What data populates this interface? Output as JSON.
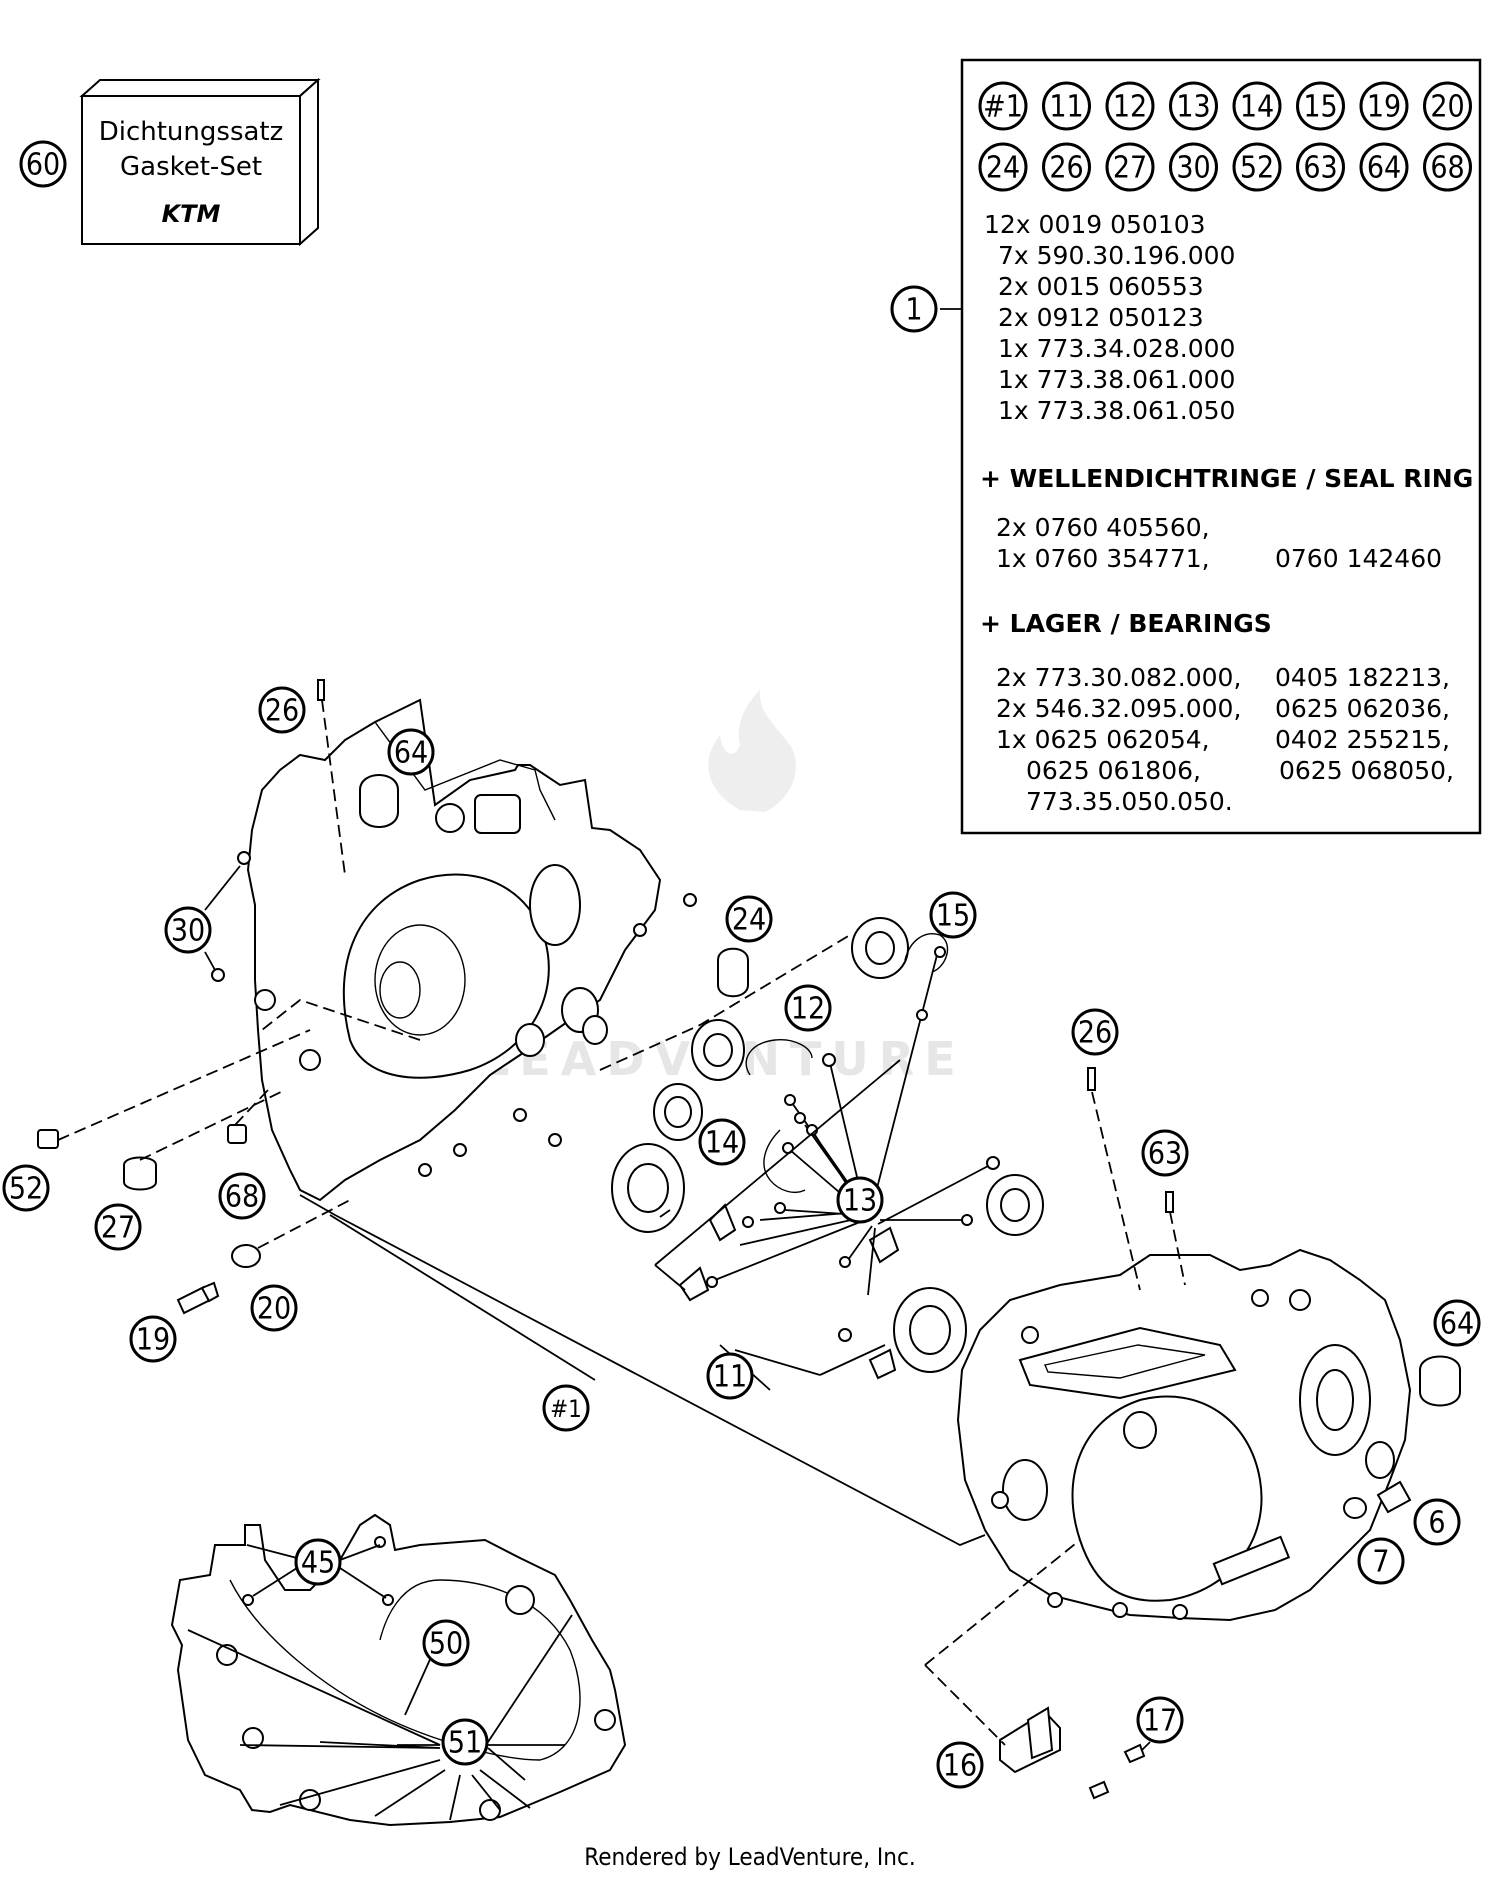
{
  "gasket_kit": {
    "callout": "60",
    "line1": "Dichtungssatz",
    "line2": "Gasket-Set",
    "logo": "KTM"
  },
  "parts_box": {
    "callout": "1",
    "included_row1": [
      "#1",
      "11",
      "12",
      "13",
      "14",
      "15",
      "19",
      "20"
    ],
    "included_row2": [
      "24",
      "26",
      "27",
      "30",
      "52",
      "63",
      "64",
      "68"
    ],
    "parts_list": [
      "12x 0019 050103",
      "7x 590.30.196.000",
      "2x 0015 060553",
      "2x 0912 050123",
      "1x 773.34.028.000",
      "1x 773.38.061.000",
      "1x 773.38.061.050"
    ],
    "seal_heading": "+ WELLENDICHTRINGE /  SEAL RING",
    "seal_lines": [
      {
        "left": "2x 0760 405560,",
        "right": ""
      },
      {
        "left": "1x 0760 354771,",
        "right": "0760 142460"
      }
    ],
    "bearing_heading": "+ LAGER / BEARINGS",
    "bearing_lines": [
      {
        "left": "2x 773.30.082.000,",
        "right": "0405 182213,"
      },
      {
        "left": "2x 546.32.095.000,",
        "right": "0625 062036,"
      },
      {
        "left": "1x 0625 062054,",
        "right": "0402 255215,"
      },
      {
        "left": "0625 061806,",
        "right": "0625 068050,"
      },
      {
        "left": "773.35.050.050.",
        "right": ""
      }
    ]
  },
  "callouts": {
    "c26a": "26",
    "c64a": "64",
    "c30": "30",
    "c24": "24",
    "c15": "15",
    "c12": "12",
    "c14": "14",
    "c13": "13",
    "c52": "52",
    "c27": "27",
    "c68": "68",
    "c20": "20",
    "c19": "19",
    "c11": "11",
    "c1": "#1",
    "c26b": "26",
    "c63": "63",
    "c64b": "64",
    "c6": "6",
    "c7": "7",
    "c45": "45",
    "c50": "50",
    "c51": "51",
    "c16": "16",
    "c17": "17"
  },
  "watermark": "LEADVENTURE",
  "footer": "Rendered by LeadVenture, Inc."
}
